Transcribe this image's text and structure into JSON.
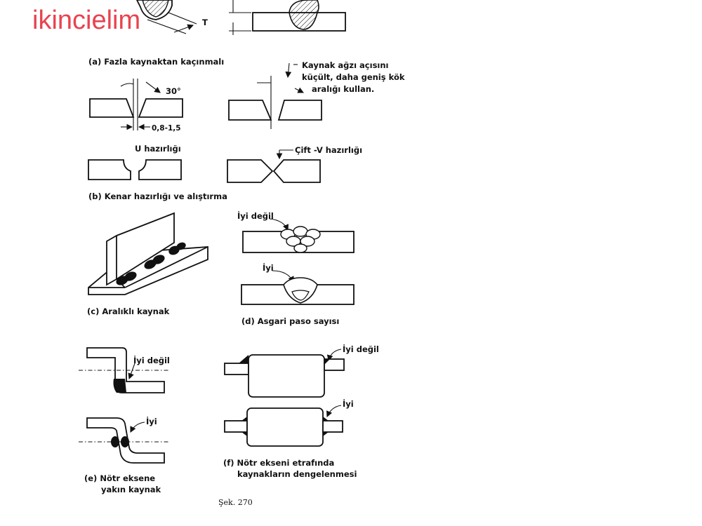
{
  "overlay": {
    "title": "ikincielim"
  },
  "sections": {
    "a": {
      "caption": "(a) Fazla kaynaktan kaçınmalı",
      "dimension": "T"
    },
    "b": {
      "note_line1": "Kaynak ağzı açısını",
      "note_line2": "küçült, daha geniş kök",
      "note_line3": "aralığı kullan.",
      "angle_label": "30°",
      "gap_label": "0,8-1,5",
      "u_label": "U hazırlığı",
      "double_v_label": "Çift -V hazırlığı",
      "caption": "(b) Kenar hazırlığı ve alıştırma"
    },
    "c": {
      "caption": "(c) Aralıklı kaynak"
    },
    "d": {
      "bad_label": "İyi değil",
      "good_label": "İyi",
      "caption": "(d) Asgari paso sayısı"
    },
    "e": {
      "bad_label": "İyi değil",
      "good_label": "İyi",
      "caption_line1": "(e) Nötr eksene",
      "caption_line2": "yakın kaynak"
    },
    "f": {
      "bad_label": "İyi değil",
      "good_label": "İyi",
      "caption_line1": "(f) Nötr ekseni etrafında",
      "caption_line2": "kaynakların dengelenmesi"
    }
  },
  "figure_ref": "Şek. 270"
}
